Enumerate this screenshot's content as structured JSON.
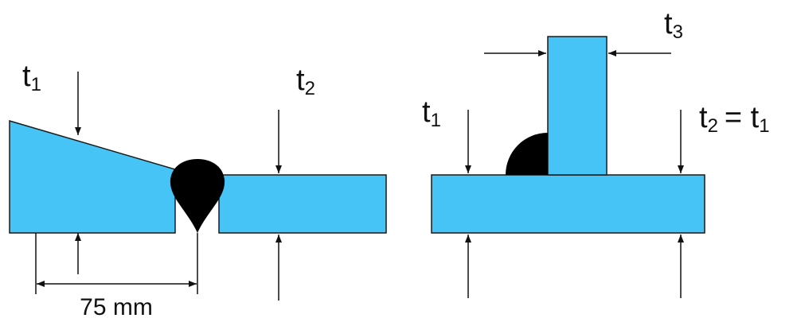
{
  "colors": {
    "plate_fill": "#45c4f5",
    "outline": "#1a1a1a",
    "weld": "#000000"
  },
  "left_figure": {
    "t1_label": {
      "main": "t",
      "sub": "1"
    },
    "t2_label": {
      "main": "t",
      "sub": "2"
    },
    "length_label": "75 mm"
  },
  "right_figure": {
    "t1_label": {
      "main": "t",
      "sub": "1"
    },
    "t3_label": {
      "main": "t",
      "sub": "3"
    },
    "equation_label": {
      "main": "t",
      "sub": "2",
      "rhs": "= t",
      "rhs_sub": "1"
    }
  }
}
